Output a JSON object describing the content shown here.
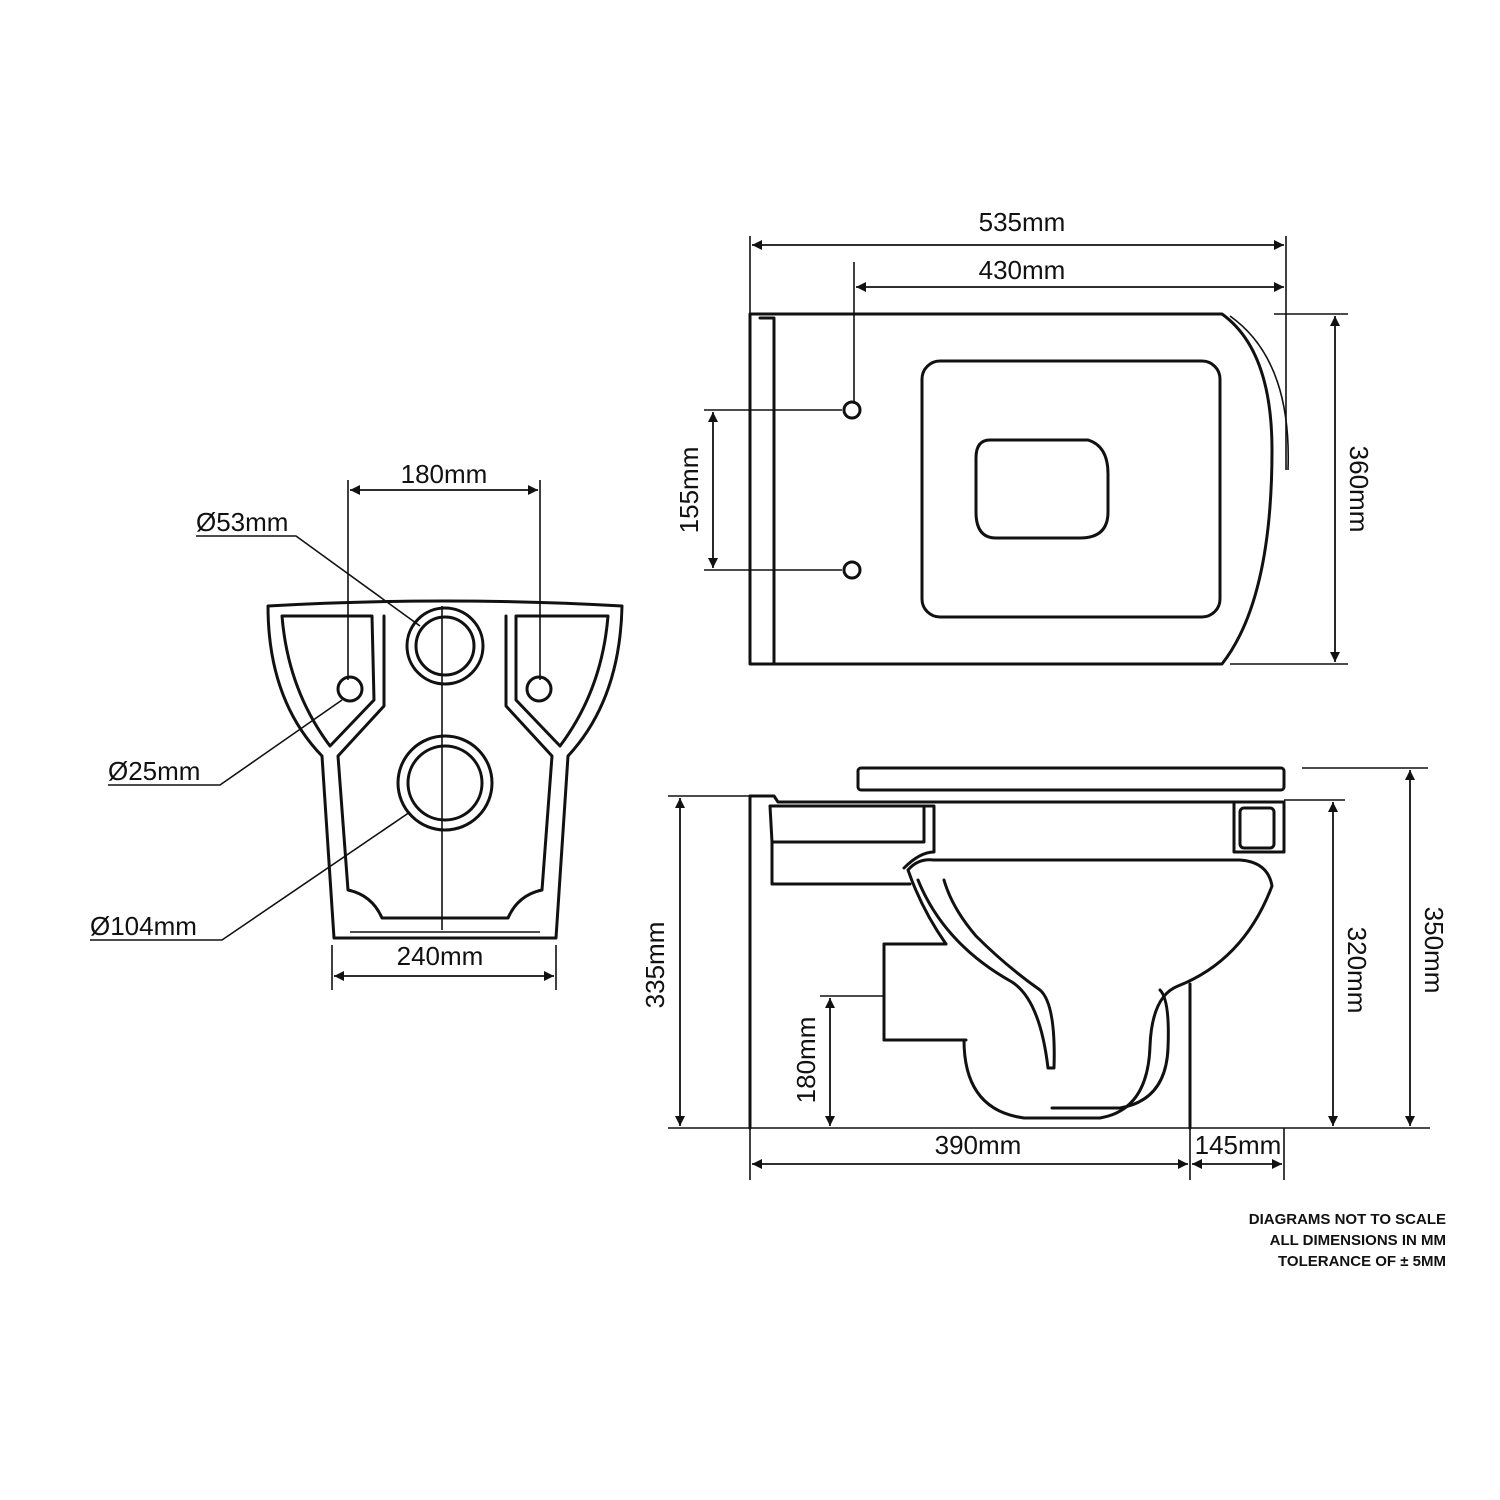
{
  "colors": {
    "line": "#111111",
    "background": "#ffffff"
  },
  "rear_view": {
    "dim_180": "180mm",
    "dim_53": "Ø53mm",
    "dim_25": "Ø25mm",
    "dim_104": "Ø104mm",
    "dim_240": "240mm"
  },
  "top_view": {
    "dim_535": "535mm",
    "dim_430": "430mm",
    "dim_155": "155mm",
    "dim_360": "360mm"
  },
  "side_view": {
    "dim_335": "335mm",
    "dim_180": "180mm",
    "dim_320": "320mm",
    "dim_350": "350mm",
    "dim_390": "390mm",
    "dim_145": "145mm"
  },
  "notes": {
    "line1": "DIAGRAMS NOT TO SCALE",
    "line2": "ALL DIMENSIONS IN MM",
    "line3": "TOLERANCE OF ± 5MM"
  }
}
